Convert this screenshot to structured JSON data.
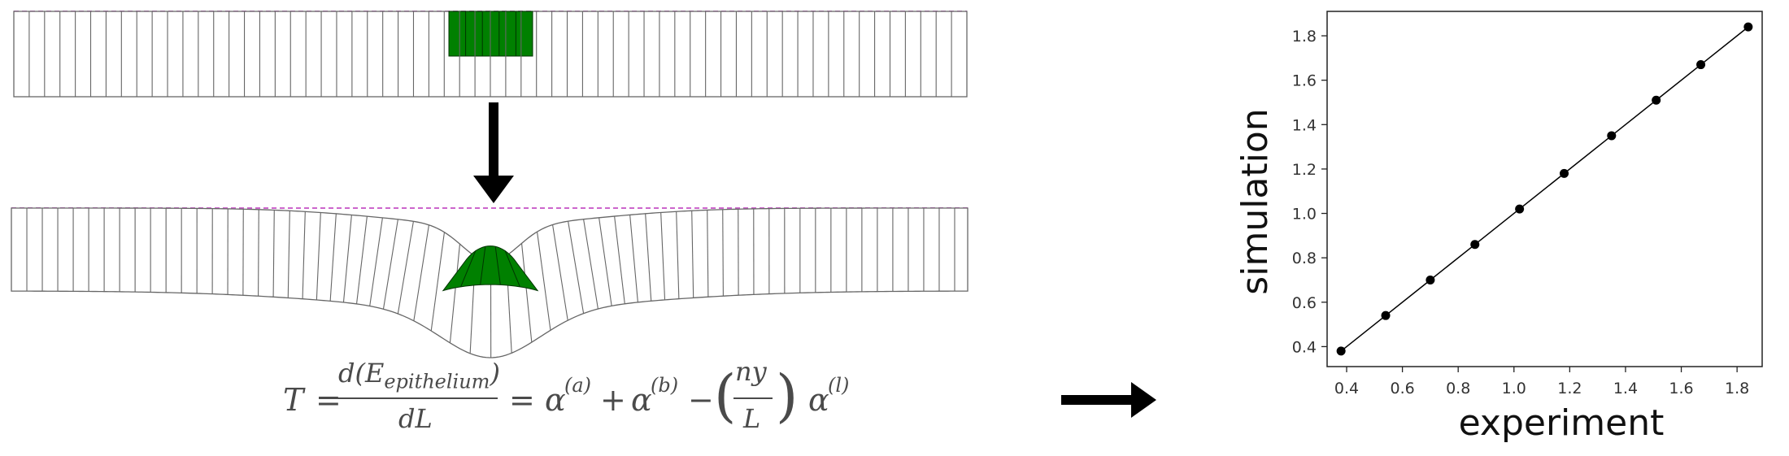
{
  "equation": {
    "lhs": "T",
    "eq1": "=",
    "numerator": "d(E",
    "numerator_sub": "epithelium",
    "numerator_close": ")",
    "denominator": "dL",
    "eq2": "=",
    "alpha": "α",
    "sup_a": "(a)",
    "plus": "+",
    "sup_b": "(b)",
    "minus": "−",
    "ny": "ny",
    "L": "L",
    "sup_l": "(l)",
    "lparen": "(",
    "rparen": ")"
  },
  "diagram": {
    "tissue_color": "#ffffff",
    "cell_border_color": "#666666",
    "highlight_color": "#008000",
    "dashed_line_color": "#cc66cc",
    "arrow_color": "#000000",
    "cell_count": 62
  },
  "chart_data": {
    "type": "scatter",
    "xlabel": "experiment",
    "ylabel": "simulation",
    "xlim": [
      0.33,
      1.89
    ],
    "ylim": [
      0.31,
      1.91
    ],
    "x_ticks": [
      "0.4",
      "0.6",
      "0.8",
      "1.0",
      "1.2",
      "1.4",
      "1.6",
      "1.8"
    ],
    "y_ticks": [
      "0.4",
      "0.6",
      "0.8",
      "1.0",
      "1.2",
      "1.4",
      "1.6",
      "1.8"
    ],
    "x_tick_values": [
      0.4,
      0.6,
      0.8,
      1.0,
      1.2,
      1.4,
      1.6,
      1.8
    ],
    "y_tick_values": [
      0.4,
      0.6,
      0.8,
      1.0,
      1.2,
      1.4,
      1.6,
      1.8
    ],
    "series": [
      {
        "x": [
          0.38,
          0.54,
          0.7,
          0.86,
          1.02,
          1.18,
          1.35,
          1.51,
          1.67,
          1.84
        ],
        "y": [
          0.38,
          0.54,
          0.7,
          0.86,
          1.02,
          1.18,
          1.35,
          1.51,
          1.67,
          1.84
        ],
        "marker_color": "#000000",
        "line_color": "#000000"
      }
    ],
    "grid": false
  }
}
